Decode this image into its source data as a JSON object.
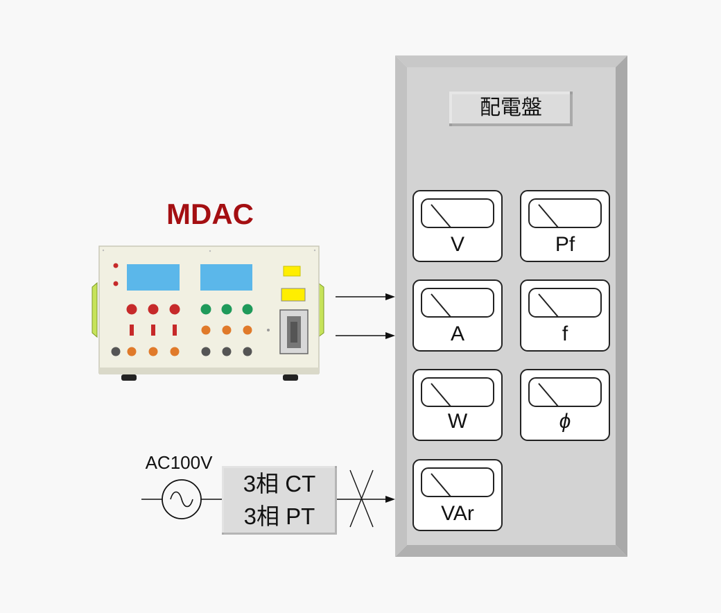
{
  "device": {
    "name": "MDAC",
    "name_color": "#a40f12"
  },
  "panel": {
    "title": "配電盤",
    "meters": [
      {
        "label": "V"
      },
      {
        "label": "Pf"
      },
      {
        "label": "A"
      },
      {
        "label": "f"
      },
      {
        "label": "W"
      },
      {
        "label": "ϕ"
      },
      {
        "label": "VAr"
      }
    ]
  },
  "source": {
    "label": "AC100V"
  },
  "transformer": {
    "line1": "3相 CT",
    "line2": "3相 PT"
  },
  "colors": {
    "panel_face": "#d3d3d3",
    "panel_bevel": "#b9b9b9",
    "device_body": "#f1f0e2",
    "display": "#5bb7ea",
    "button_red": "#c62a2a",
    "button_green": "#1f9a5a",
    "button_orange": "#e07a2a",
    "button_gray": "#555555",
    "highlight_yellow": "#ffee00",
    "handle_green": "#c6e35a"
  }
}
